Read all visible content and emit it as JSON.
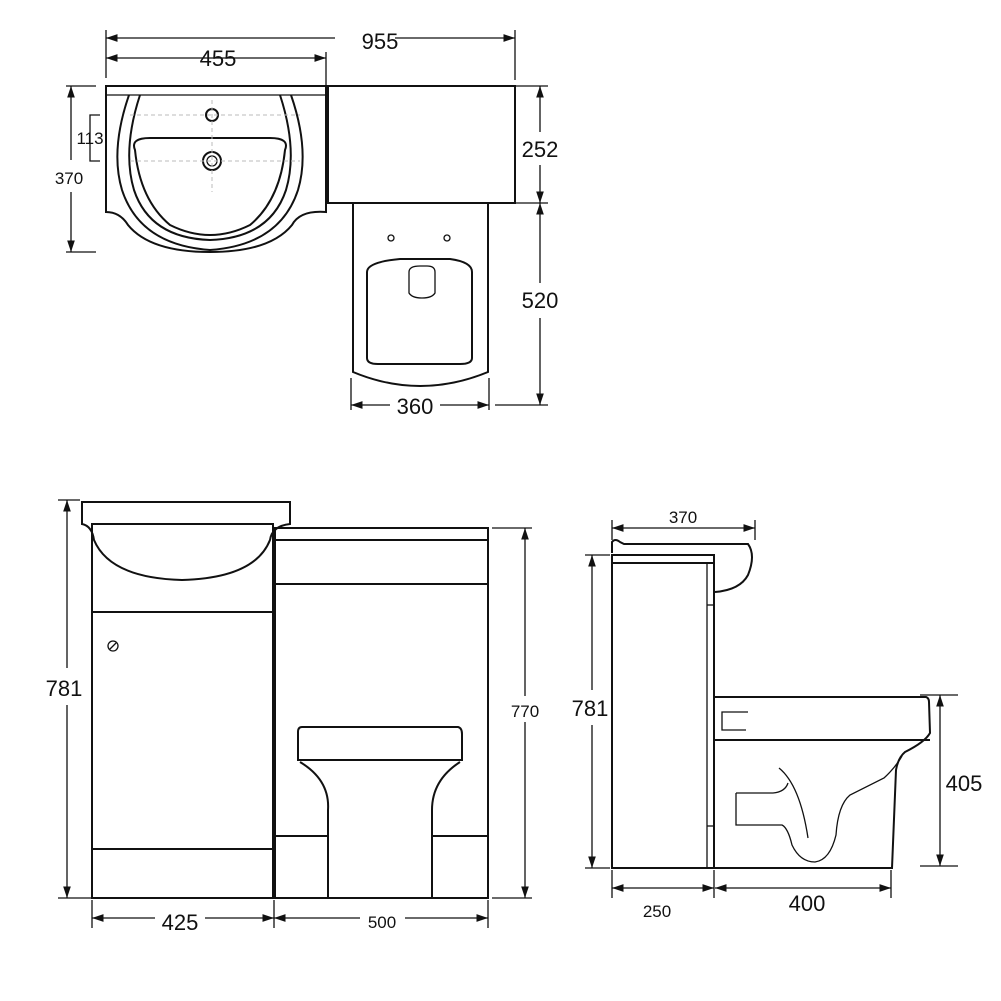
{
  "plan_view": {
    "overall_width": "955",
    "basin_width": "455",
    "basin_depth": "370",
    "tap_to_waste": "113",
    "cabinet_depth": "252",
    "toilet_projection": "520",
    "toilet_width": "360"
  },
  "front_view": {
    "overall_height": "781",
    "toilet_unit_height": "770",
    "vanity_width": "425",
    "toilet_unit_width": "500"
  },
  "side_view": {
    "basin_depth": "370",
    "overall_height": "781",
    "pan_height": "405",
    "cabinet_depth": "250",
    "pan_projection": "400"
  },
  "colors": {
    "line": "#111111",
    "background": "#ffffff"
  }
}
